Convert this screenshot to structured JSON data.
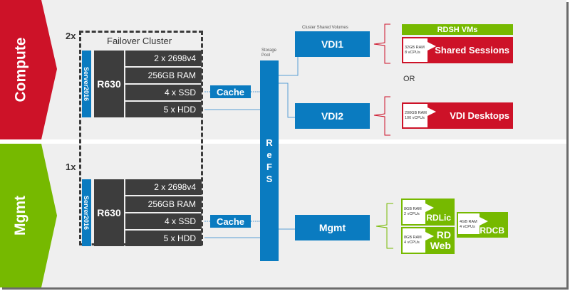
{
  "sections": {
    "compute": {
      "label": "Compute",
      "multiplier": "2x"
    },
    "mgmt": {
      "label": "Mgmt",
      "multiplier": "1x"
    }
  },
  "cluster": {
    "title": "Failover Cluster"
  },
  "servers": [
    {
      "os": "Server2016",
      "model": "R630",
      "specs": [
        "2 x 2698v4",
        "256GB RAM",
        "4 x SSD",
        "5 x HDD"
      ],
      "cache": "Cache"
    },
    {
      "os": "Server2016",
      "model": "R630",
      "specs": [
        "2 x 2698v4",
        "256GB RAM",
        "4 x SSD",
        "5 x HDD"
      ],
      "cache": "Cache"
    }
  ],
  "storage": {
    "pool_label": "Storage Pool",
    "refs_letters": [
      "R",
      "e",
      "F",
      "S"
    ]
  },
  "volumes": {
    "caption": "Cluster Shared Volumes",
    "vdi1": "VDI1",
    "vdi2": "VDI2",
    "mgmt": "Mgmt"
  },
  "workloads": {
    "rdsh_header": "RDSH VMs",
    "shared_sessions": {
      "label": "Shared Sessions",
      "ram": "32GB RAM",
      "cpu": "8 vCPUs"
    },
    "or_label": "OR",
    "vdi_desktops": {
      "label": "VDI Desktops",
      "ram": "200GB RAM",
      "cpu": "100 vCPUs"
    },
    "rdlic": {
      "label": "RDLic",
      "ram": "8GB RAM",
      "cpu": "2 vCPUs"
    },
    "rdweb": {
      "label_line1": "RD",
      "label_line2": "Web",
      "ram": "8GB RAM",
      "cpu": "4 vCPUs"
    },
    "rdcb": {
      "label": "RDCB",
      "ram": "4GB RAM",
      "cpu": "4 vCPUs"
    }
  },
  "colors": {
    "compute_red": "#cd1228",
    "mgmt_green": "#76b900",
    "storage_blue": "#0a7bc0",
    "server_dark": "#3d3d3d"
  }
}
